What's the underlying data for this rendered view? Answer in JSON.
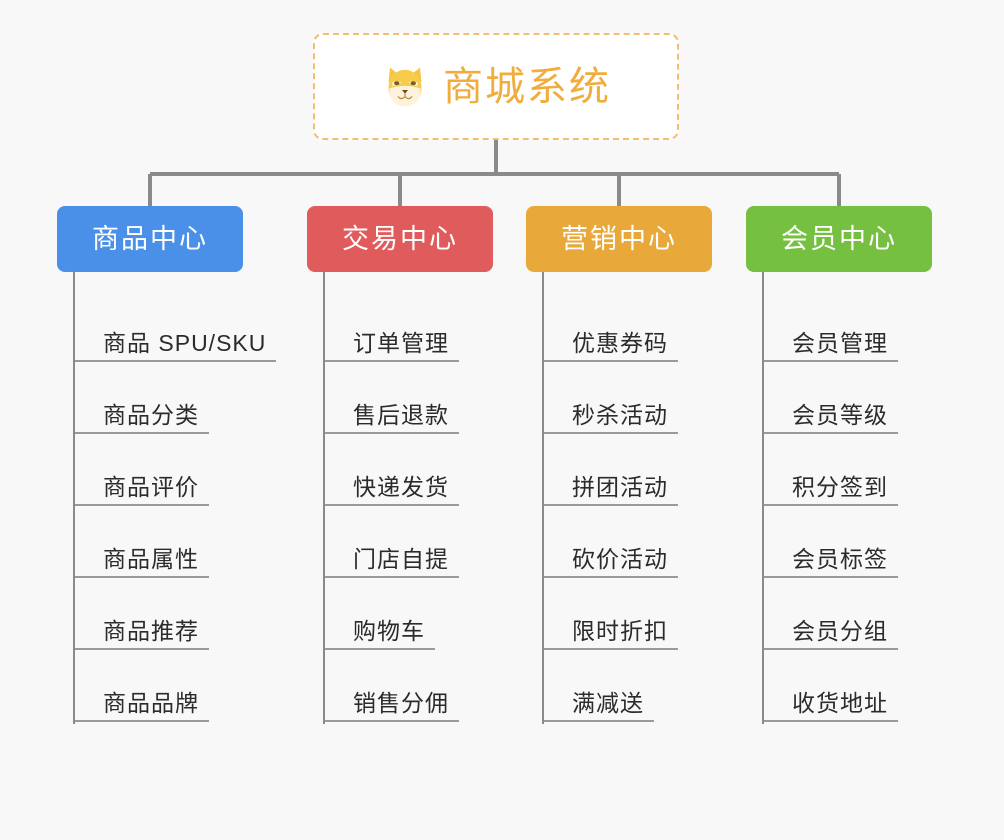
{
  "background_color": "#f8f8f8",
  "root": {
    "title": "商城系统",
    "icon": "shiba-dog-face-icon",
    "text_color": "#f0ad3e",
    "border_color": "#f0c070",
    "background_color": "#ffffff"
  },
  "categories": [
    {
      "label": "商品中心",
      "color": "#4a90e8",
      "items": [
        "商品 SPU/SKU",
        "商品分类",
        "商品评价",
        "商品属性",
        "商品推荐",
        "商品品牌"
      ]
    },
    {
      "label": "交易中心",
      "color": "#e05c5c",
      "items": [
        "订单管理",
        "售后退款",
        "快递发货",
        "门店自提",
        "购物车",
        "销售分佣"
      ]
    },
    {
      "label": "营销中心",
      "color": "#e8a93a",
      "items": [
        "优惠券码",
        "秒杀活动",
        "拼团活动",
        "砍价活动",
        "限时折扣",
        "满减送"
      ]
    },
    {
      "label": "会员中心",
      "color": "#76c041",
      "items": [
        "会员管理",
        "会员等级",
        "积分签到",
        "会员标签",
        "会员分组",
        "收货地址"
      ]
    }
  ],
  "connector_color": "#8a8a8a"
}
